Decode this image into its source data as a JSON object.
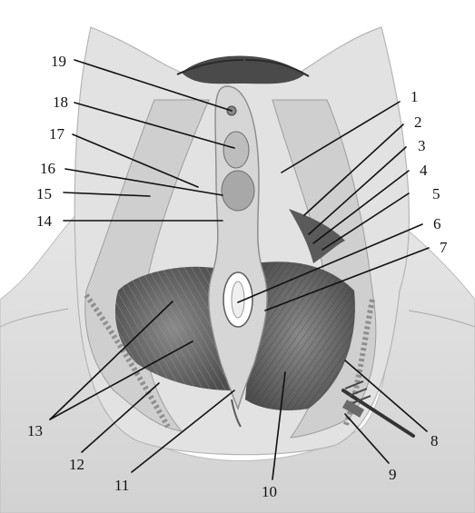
{
  "labels": [
    {
      "id": "1",
      "text": "1"
    },
    {
      "id": "2",
      "text": "2"
    },
    {
      "id": "3",
      "text": "3"
    },
    {
      "id": "4",
      "text": "4"
    },
    {
      "id": "5",
      "text": "5"
    },
    {
      "id": "6",
      "text": "6"
    },
    {
      "id": "7",
      "text": "7"
    },
    {
      "id": "8",
      "text": "8"
    },
    {
      "id": "9",
      "text": "9"
    },
    {
      "id": "10",
      "text": "10"
    },
    {
      "id": "11",
      "text": "11"
    },
    {
      "id": "12",
      "text": "12"
    },
    {
      "id": "13",
      "text": "13"
    },
    {
      "id": "14",
      "text": "14"
    },
    {
      "id": "15",
      "text": "15"
    },
    {
      "id": "16",
      "text": "16"
    },
    {
      "id": "17",
      "text": "17"
    },
    {
      "id": "18",
      "text": "18"
    },
    {
      "id": "19",
      "text": "19"
    }
  ],
  "colors": {
    "skin": "#dcdcdc",
    "skin_shadow": "#b9b9b9",
    "muscle": "#6f6f6f",
    "muscle_dark": "#4a4a4a",
    "hair": "#3a3a3a",
    "ink": "#111111"
  }
}
